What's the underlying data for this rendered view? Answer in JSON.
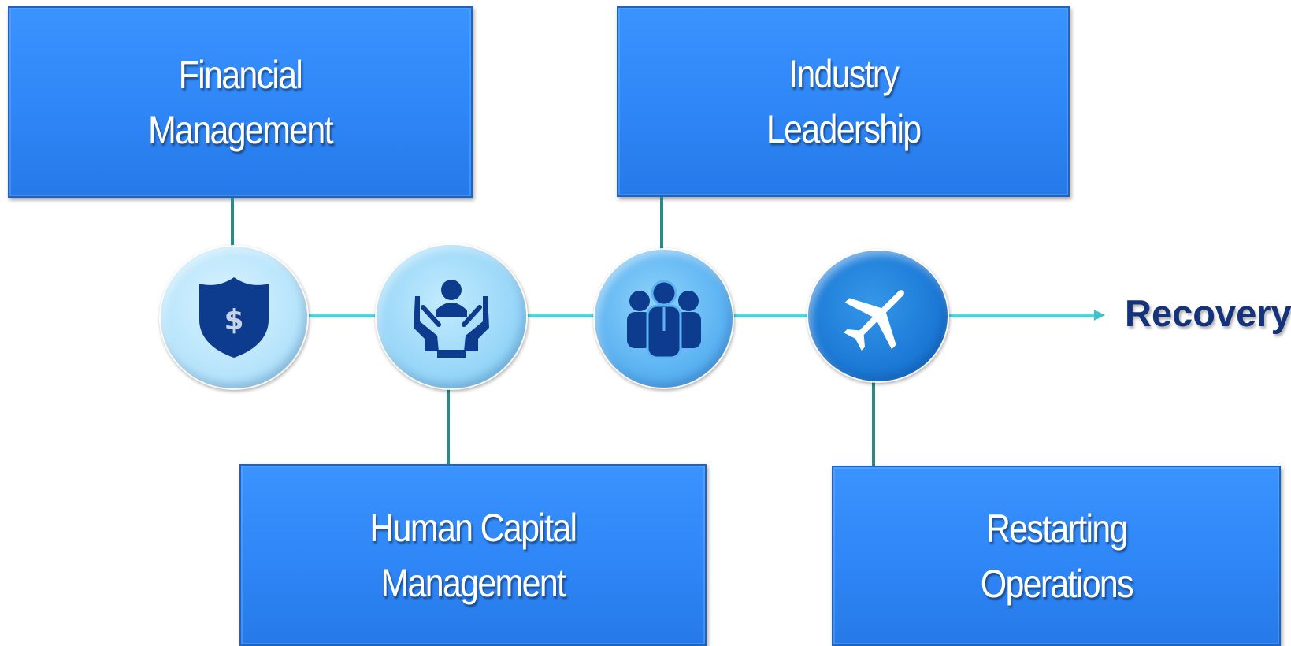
{
  "boxes": {
    "financial": "Financial\nManagement",
    "industry": "Industry\nLeadership",
    "human": "Human Capital\nManagement",
    "restart": "Restarting\nOperations"
  },
  "end_label": "Recovery",
  "icons": [
    "shield-dollar-icon",
    "hands-person-icon",
    "team-icon",
    "airplane-icon"
  ],
  "colors": {
    "box": "#2f86f6",
    "connector": "#2a8a86",
    "timeline": "#3fc3c9",
    "icon_dark": "#0d3b8e",
    "end_label": "#14337a"
  }
}
